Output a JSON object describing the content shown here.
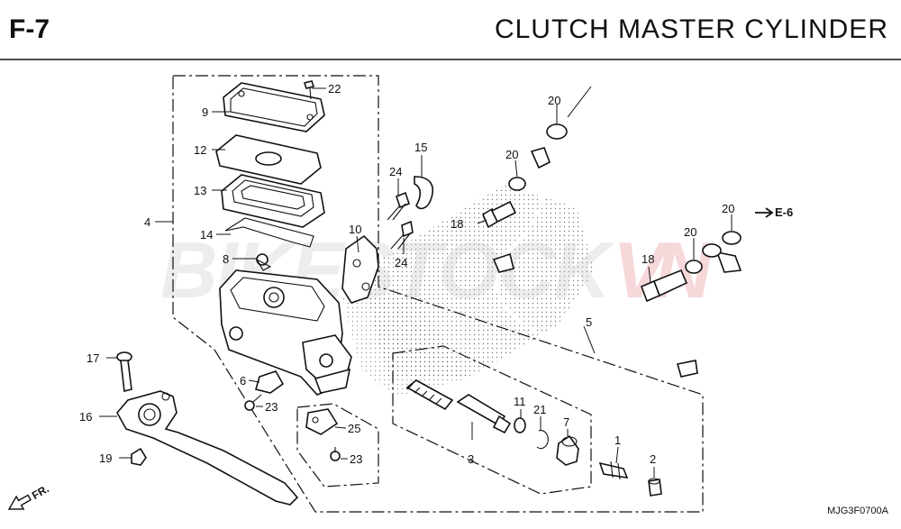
{
  "header": {
    "code": "F-7",
    "title": "CLUTCH MASTER CYLINDER"
  },
  "footer": {
    "ref": "MJG3F0700A",
    "direction": "FR."
  },
  "watermark": {
    "part1": "BIKESTOCK",
    "part2": "VN",
    "color1": "#c9c9c9",
    "color2": "#e8898d"
  },
  "callouts": {
    "c1": "1",
    "c2": "2",
    "c3": "3",
    "c4": "4",
    "c5": "5",
    "c6": "6",
    "c7": "7",
    "c8": "8",
    "c9": "9",
    "c10": "10",
    "c11": "11",
    "c12": "12",
    "c13": "13",
    "c14": "14",
    "c15": "15",
    "c16": "16",
    "c17": "17",
    "c18a": "18",
    "c18b": "18",
    "c19": "19",
    "c20a": "20",
    "c20b": "20",
    "c20c": "20",
    "c20d": "20",
    "c21": "21",
    "c22": "22",
    "c23a": "23",
    "c23b": "23",
    "c24a": "24",
    "c24b": "24",
    "c25": "25",
    "e6": "E-6"
  }
}
